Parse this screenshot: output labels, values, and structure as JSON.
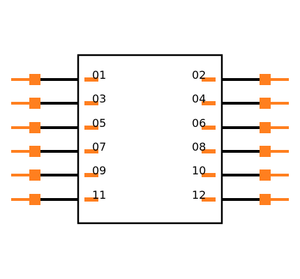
{
  "colors": {
    "background": "#ffffff",
    "outline": "#000000",
    "pin_accent": "#ff7f1f"
  },
  "component": {
    "pins_left": [
      "01",
      "03",
      "05",
      "07",
      "09",
      "11"
    ],
    "pins_right": [
      "02",
      "04",
      "06",
      "08",
      "10",
      "12"
    ]
  }
}
